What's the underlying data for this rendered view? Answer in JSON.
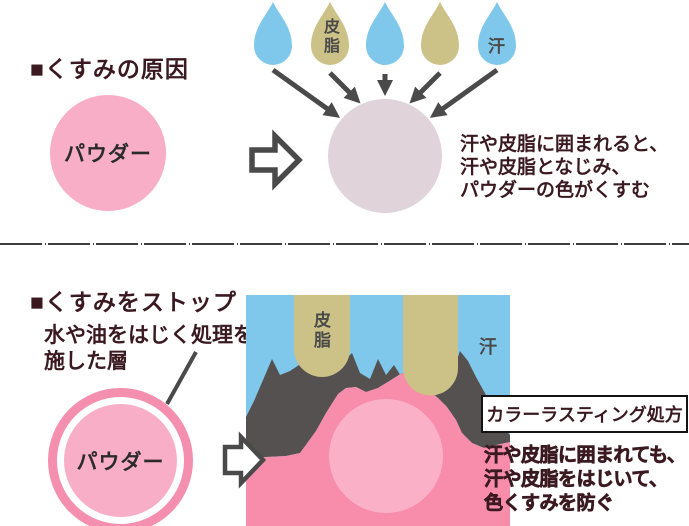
{
  "colors": {
    "text_dark": "#3A1A20",
    "label_gray": "#4A4A4A",
    "arrow_gray": "#4A4A4A",
    "pink": "#F8AEC6",
    "pink_ring": "#F48FB0",
    "dull": "#E0D3DA",
    "blue": "#7FC8EB",
    "khaki": "#CCC287",
    "diagram_gray": "#555150",
    "diagram_pink": "#F78CAB",
    "diagram_pink_light": "#FAB1C8"
  },
  "section_cause": {
    "heading": "■くすみの原因",
    "powder_label": "パウダー",
    "sebum_label": "皮脂",
    "sweat_label": "汗",
    "description_line1": "汗や皮脂に囲まれると、",
    "description_line2": "汗や皮脂となじみ、",
    "description_line3": "パウダーの色がくすむ"
  },
  "section_stop": {
    "heading": "■くすみをストップ",
    "coating_note_line1": "水や油をはじく処理を",
    "coating_note_line2": "施した層",
    "powder_label": "パウダー",
    "sebum_label": "皮脂",
    "sweat_label": "汗",
    "formula_box": "カラーラスティング処方",
    "description_line1": "汗や皮脂に囲まれても、",
    "description_line2": "汗や皮脂をはじいて、",
    "description_line3": "色くすみを防ぐ"
  }
}
